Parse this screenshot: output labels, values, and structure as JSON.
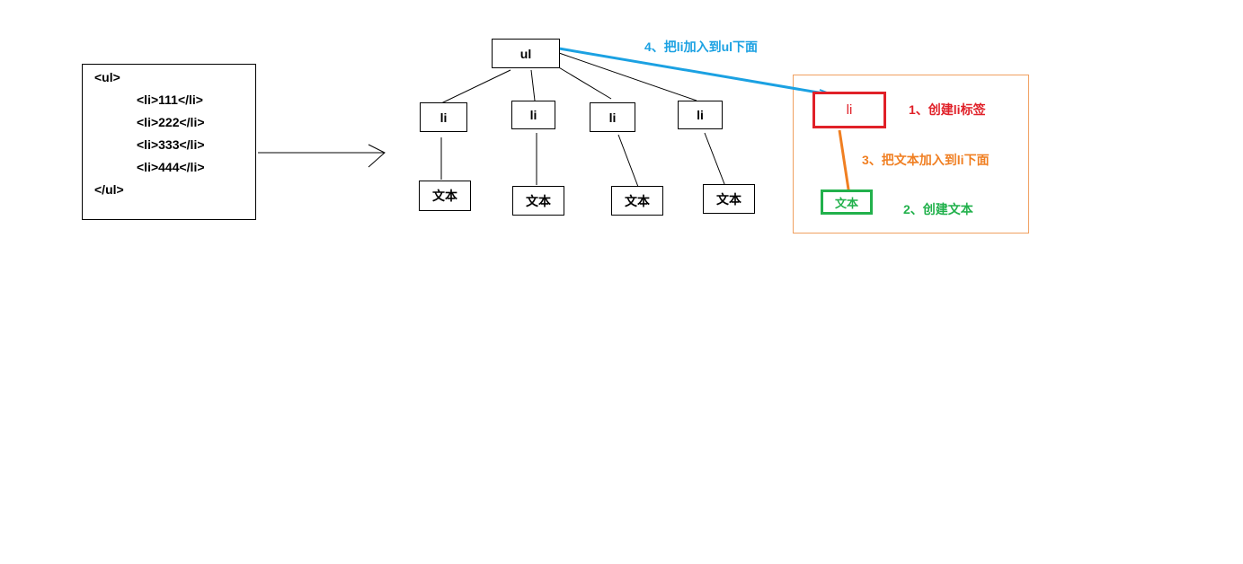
{
  "code": {
    "lines": [
      "<ul>",
      "<li>111</li>",
      "<li>222</li>",
      "<li>333</li>",
      "<li>444</li>",
      "</ul>"
    ]
  },
  "tree": {
    "root": "ul",
    "items": [
      {
        "tag": "li",
        "text": "文本"
      },
      {
        "tag": "li",
        "text": "文本"
      },
      {
        "tag": "li",
        "text": "文本"
      },
      {
        "tag": "li",
        "text": "文本"
      }
    ]
  },
  "steps": {
    "create_li": {
      "node": "li",
      "label": "1、创建li标签",
      "color": "#e02028"
    },
    "create_text": {
      "node": "文本",
      "label": "2、创建文本",
      "color": "#22b14c"
    },
    "append_text": {
      "label": "3、把文本加入到li下面",
      "color": "#f07f22"
    },
    "append_li": {
      "label": "4、把li加入到ul下面",
      "color": "#1ba1e2"
    }
  },
  "colors": {
    "frame": "#f0a060",
    "line": "#000000"
  }
}
